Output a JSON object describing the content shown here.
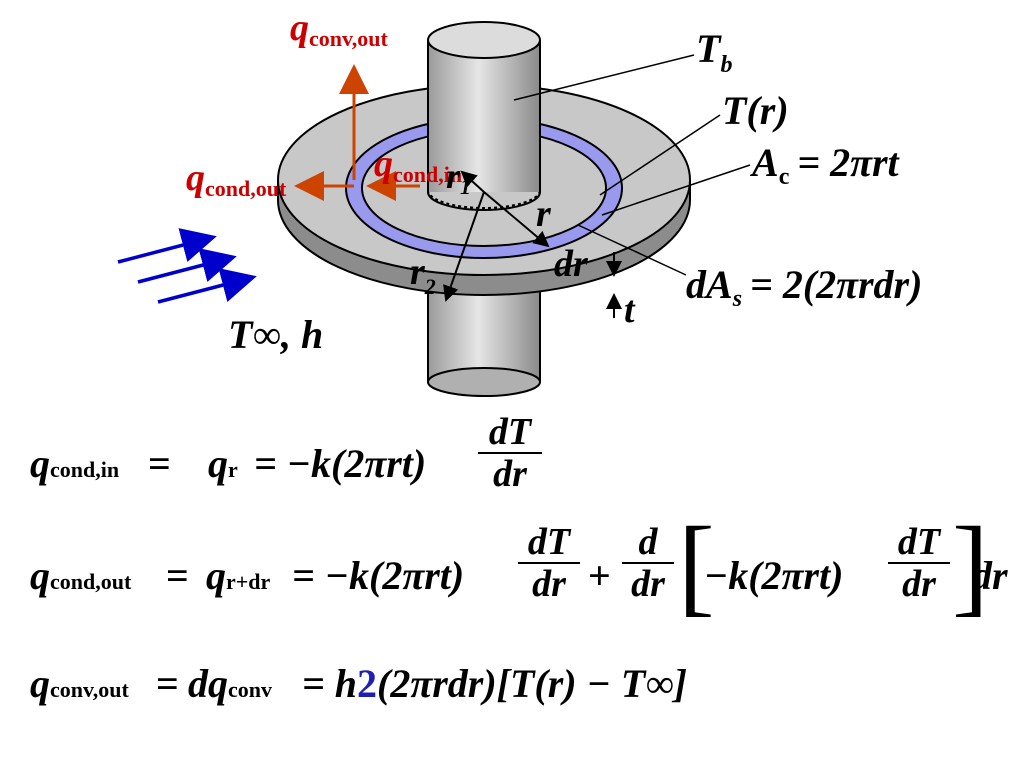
{
  "diagram": {
    "labels": {
      "q_conv_out": {
        "sym": "q",
        "sub": "conv,out"
      },
      "q_cond_out": {
        "sym": "q",
        "sub": "cond,out"
      },
      "q_cond_in": {
        "sym": "q",
        "sub": "cond,in"
      },
      "Tb": {
        "sym": "T",
        "sub": "b"
      },
      "Tr": "T(r)",
      "Ac": {
        "sym": "A",
        "sub": "c",
        "rhs": "= 2πrt"
      },
      "dAs": {
        "sym": "dA",
        "sub": "s",
        "rhs": "= 2(2πrdr)"
      },
      "r1": {
        "sym": "r",
        "sub": "1"
      },
      "r2": {
        "sym": "r",
        "sub": "2"
      },
      "r": "r",
      "dr": "dr",
      "t": "t",
      "Tinf_h": "T∞, h"
    },
    "colors": {
      "disk": "#c8c8c8",
      "disk_dark": "#8c8c8c",
      "cylinder": "#c8c8c8",
      "ring": "#9999ee",
      "arrow_heat": "#cc4400",
      "label_red": "#cc0000",
      "arrow_flow": "#0000cc"
    }
  },
  "equations": {
    "eq1": {
      "lhs_sym": "q",
      "lhs_sub": "cond,in",
      "eq": "=",
      "q_sym": "q",
      "q_sub": "r",
      "rhs": "= −k(2πrt)",
      "frac_num": "dT",
      "frac_den": "dr"
    },
    "eq2": {
      "lhs_sym": "q",
      "lhs_sub": "cond,out",
      "eq": "=",
      "q_sym": "q",
      "q_sub": "r+dr",
      "rhs1": "= −k(2πrt)",
      "frac1_num": "dT",
      "frac1_den": "dr",
      "plus": "+",
      "frac2_num": "d",
      "frac2_den": "dr",
      "bracket_inner": "−k(2πrt)",
      "frac3_num": "dT",
      "frac3_den": "dr",
      "tail": "dr"
    },
    "eq3": {
      "lhs_sym": "q",
      "lhs_sub": "conv,out",
      "eq": "=",
      "dq_sym": "dq",
      "dq_sub": "conv",
      "rhs_a": "= h",
      "rhs_two": "2",
      "rhs_b": "(2πrdr)[T(r) − T∞]"
    }
  }
}
